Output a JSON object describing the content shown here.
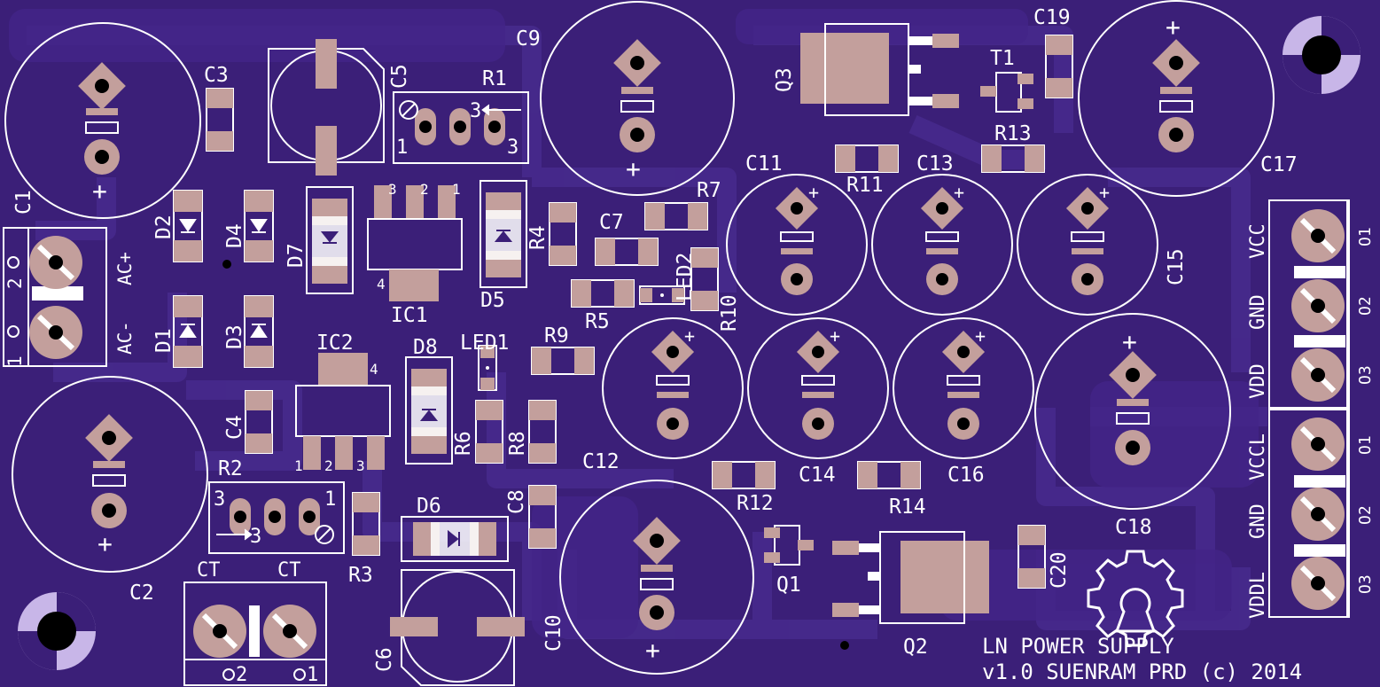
{
  "colors": {
    "board": "#3b1f78",
    "copper": "#432487",
    "silk": "#ffffff",
    "pad": "#c39f9c",
    "hole": "#000000"
  },
  "title": {
    "line1": "LN POWER SUPPLY",
    "line2": "v1.0 SUENRAM PRD (c) 2014"
  },
  "designators": {
    "c1": "C1",
    "c2": "C2",
    "c3": "C3",
    "c4": "C4",
    "c5": "C5",
    "c6": "C6",
    "c7": "C7",
    "c8": "C8",
    "c9": "C9",
    "c10": "C10",
    "c11": "C11",
    "c12": "C12",
    "c13": "C13",
    "c14": "C14",
    "c15": "C15",
    "c16": "C16",
    "c17": "C17",
    "c18": "C18",
    "c19": "C19",
    "c20": "C20",
    "d1": "D1",
    "d2": "D2",
    "d3": "D3",
    "d4": "D4",
    "d5": "D5",
    "d6": "D6",
    "d7": "D7",
    "d8": "D8",
    "r1": "R1",
    "r2": "R2",
    "r3": "R3",
    "r4": "R4",
    "r5": "R5",
    "r6": "R6",
    "r7": "R7",
    "r8": "R8",
    "r9": "R9",
    "r10": "R10",
    "r11": "R11",
    "r12": "R12",
    "r13": "R13",
    "r14": "R14",
    "ic1": "IC1",
    "ic2": "IC2",
    "q1": "Q1",
    "q2": "Q2",
    "q3": "Q3",
    "t1": "T1",
    "led1": "LED1",
    "led2": "LED2"
  },
  "pin_numbers": {
    "one": "1",
    "two": "2",
    "three": "3",
    "four": "4",
    "arrow3": "3",
    "o1": "O1",
    "o2": "O2",
    "o3": "O3"
  },
  "polarity": {
    "plus": "+"
  },
  "connectors": {
    "ac_plus": "AC+",
    "ac_minus": "AC-",
    "ct_left": "CT",
    "ct_right": "CT",
    "out_upper": [
      "VCC",
      "GND",
      "VDD"
    ],
    "out_lower": [
      "VCCL",
      "GND",
      "VDDL"
    ]
  },
  "icons": {
    "mounting_hole": "mounting-hole-icon",
    "oshw_logo": "open-hardware-gear-icon",
    "trimmer_screw": "trimmer-screw-icon"
  }
}
